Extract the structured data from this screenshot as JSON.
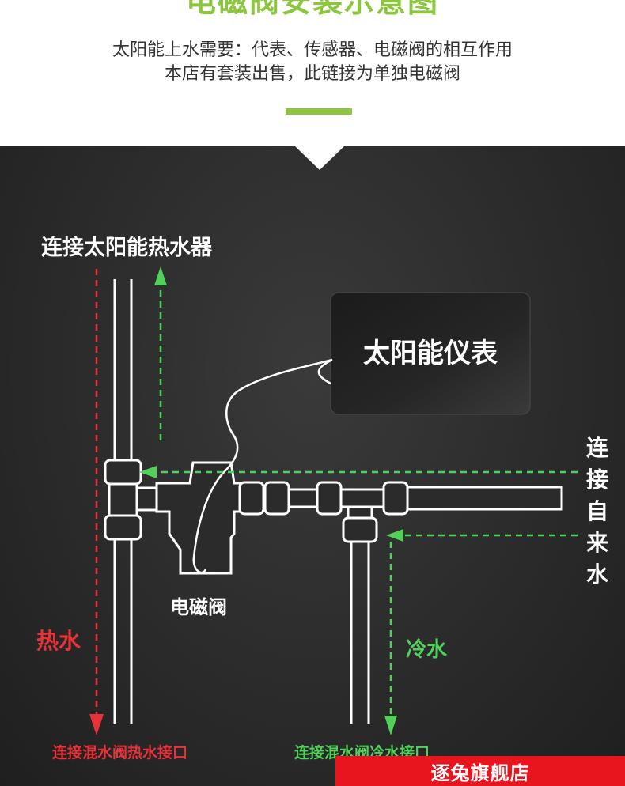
{
  "header": {
    "title": "电磁阀安装示意图",
    "subtitle_line1": "太阳能上水需要：代表、传感器、电磁阀的相互作用",
    "subtitle_line2": "本店有套装出售，此链接为单独电磁阀"
  },
  "diagram": {
    "label_solar_heater": "连接太阳能热水器",
    "label_meter": "太阳能仪表",
    "label_valve": "电磁阀",
    "label_hot_water": "热水",
    "label_cold_water": "冷水",
    "label_tap_water": "连接自来水",
    "label_hot_outlet": "连接混水阀热水接口",
    "label_cold_outlet": "连接混水阀冷水接口"
  },
  "badge": {
    "shop_name": "逐兔旗舰店"
  },
  "colors": {
    "accent_green": "#8cc63f",
    "hot_red": "#e8323a",
    "cold_green": "#52d15a",
    "badge_red": "#e8141e",
    "panel_bg": "#2b2b2b"
  }
}
